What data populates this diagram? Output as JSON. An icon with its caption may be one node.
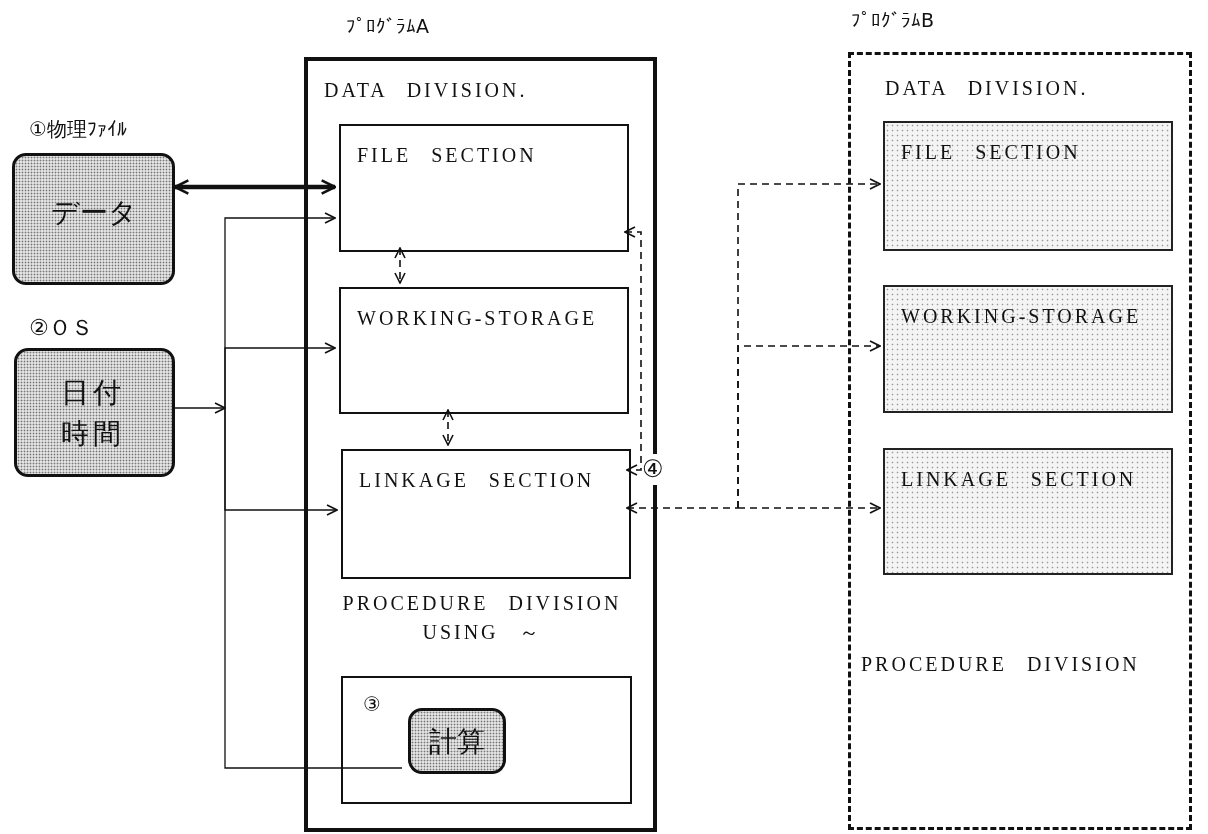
{
  "diagram": {
    "nodes": [
      {
        "text": [
          "①物理ﾌｧｲﾙ",
          "データ"
        ]
      },
      {
        "text": [
          "②ＯＳ",
          "日付時間"
        ]
      },
      {
        "text": [
          "ﾌﾟﾛｸﾞﾗﾑA",
          "DATA DIVISION.",
          "PROCEDURE DIVISION USING ～"
        ]
      },
      {
        "text": [
          "FILE SECTION"
        ],
        "in": 2
      },
      {
        "text": [
          "WORKING-STORAGE"
        ],
        "in": 2
      },
      {
        "text": [
          "LINKAGE SECTION"
        ],
        "in": 2
      },
      {
        "text": [
          "③"
        ],
        "in": 2
      },
      {
        "text": [
          "計算"
        ],
        "in": 6
      },
      {
        "text": [
          "ﾌﾟﾛｸﾞﾗﾑB",
          "DATA DIVISION.",
          "PROCEDURE DIVISION"
        ]
      },
      {
        "text": [
          "FILE SECTION"
        ],
        "in": 8
      },
      {
        "text": [
          "WORKING-STORAGE"
        ],
        "in": 8
      },
      {
        "text": [
          "LINKAGE SECTION"
        ],
        "in": 8
      }
    ],
    "edges": [
      {
        "from": 0,
        "to": 3,
        "arrow": "both",
        "style": "thick"
      },
      {
        "from": 1,
        "to": 3,
        "arrow": "to"
      },
      {
        "from": 1,
        "to": 4,
        "arrow": "to"
      },
      {
        "from": 1,
        "to": 5,
        "arrow": "to"
      },
      {
        "from": 1,
        "to": 7,
        "arrow": "none"
      },
      {
        "from": 3,
        "to": 4,
        "arrow": "both",
        "style": "dashed"
      },
      {
        "from": 4,
        "to": 5,
        "arrow": "both",
        "style": "dashed"
      },
      {
        "from": 3,
        "to": 5,
        "arrow": "both",
        "style": "dashed"
      },
      {
        "from": 5,
        "to": 9,
        "arrow": "both",
        "style": "dashed"
      },
      {
        "from": 5,
        "to": 10,
        "arrow": "both",
        "style": "dashed"
      },
      {
        "from": 5,
        "to": 11,
        "arrow": "both",
        "style": "dashed"
      }
    ],
    "labels": [
      "④"
    ]
  }
}
